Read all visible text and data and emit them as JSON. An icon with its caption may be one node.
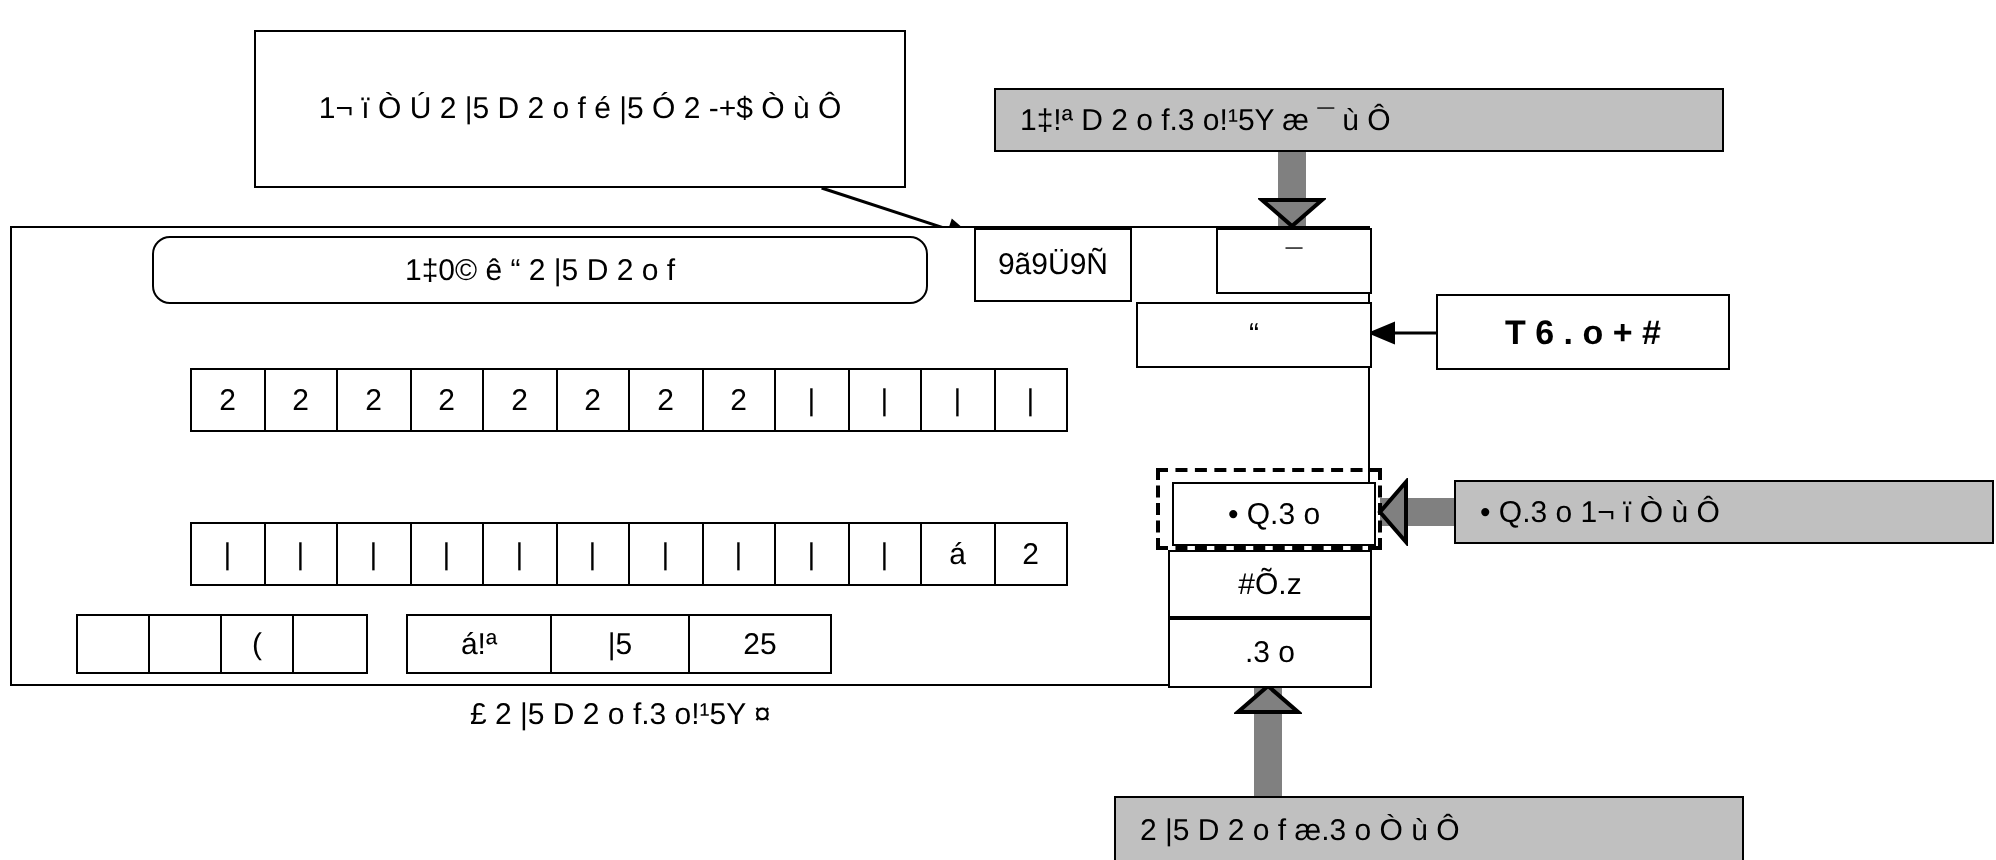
{
  "diagram": {
    "nodes": [
      {
        "text": [
          "1¬ ï Ò Ú 2 |5 D 2 o f é |5 Ó 2 -+$ Ò ù Ô"
        ]
      },
      {
        "text": [
          "1‡!ª D 2 o f.3 o!¹5Y æ ¯ ù Ô"
        ]
      },
      {
        "text": [],
        "shape": "box",
        "beside": [
          "£ 2 |5 D 2 o f.3 o!¹5Y ¤"
        ]
      },
      {
        "text": [
          "1‡0© ê “ 2 |5 D 2 o f"
        ],
        "in": 2
      },
      {
        "text": [
          "9ã9Ü9Ñ"
        ],
        "in": 2
      },
      {
        "text": [
          "¯"
        ],
        "in": 2
      },
      {
        "text": [
          "“"
        ],
        "in": 2
      },
      {
        "text": [
          "T 6 . o + #"
        ]
      },
      {
        "text": [
          "2"
        ],
        "in": 2
      },
      {
        "text": [
          "2"
        ],
        "in": 2
      },
      {
        "text": [
          "2"
        ],
        "in": 2
      },
      {
        "text": [
          "2"
        ],
        "in": 2
      },
      {
        "text": [
          "2"
        ],
        "in": 2
      },
      {
        "text": [
          "2"
        ],
        "in": 2
      },
      {
        "text": [
          "2"
        ],
        "in": 2
      },
      {
        "text": [
          "2"
        ],
        "in": 2
      },
      {
        "text": [
          "|"
        ],
        "in": 2
      },
      {
        "text": [
          "|"
        ],
        "in": 2
      },
      {
        "text": [
          "|"
        ],
        "in": 2
      },
      {
        "text": [
          "|"
        ],
        "in": 2
      },
      {
        "text": [
          "|"
        ],
        "in": 2
      },
      {
        "text": [
          "|"
        ],
        "in": 2
      },
      {
        "text": [
          "|"
        ],
        "in": 2
      },
      {
        "text": [
          "|"
        ],
        "in": 2
      },
      {
        "text": [
          "|"
        ],
        "in": 2
      },
      {
        "text": [
          "|"
        ],
        "in": 2
      },
      {
        "text": [
          "|"
        ],
        "in": 2
      },
      {
        "text": [
          "|"
        ],
        "in": 2
      },
      {
        "text": [
          "|"
        ],
        "in": 2
      },
      {
        "text": [
          "|"
        ],
        "in": 2
      },
      {
        "text": [
          "á"
        ],
        "in": 2
      },
      {
        "text": [
          "2"
        ],
        "in": 2
      },
      {
        "text": [],
        "shape": "box",
        "in": 2
      },
      {
        "text": [
          "• Q.3 o"
        ],
        "in": 32
      },
      {
        "text": [
          "• Q.3 o 1¬ ï Ò ù Ô"
        ]
      },
      {
        "text": [
          "#Õ.z"
        ],
        "in": 2
      },
      {
        "text": [],
        "shape": "box",
        "in": 2
      },
      {
        "text": [],
        "shape": "box",
        "in": 2
      },
      {
        "text": [
          "("
        ],
        "in": 2
      },
      {
        "text": [],
        "shape": "box",
        "in": 2
      },
      {
        "text": [
          "á!ª"
        ],
        "in": 2
      },
      {
        "text": [
          "|5"
        ],
        "in": 2
      },
      {
        "text": [
          "25"
        ],
        "in": 2
      },
      {
        "text": [
          ".3 o"
        ],
        "in": 2
      },
      {
        "text": [
          "2 |5 D 2 o f æ.3 o Ò ù Ô"
        ]
      }
    ],
    "edges": [
      {
        "from": 0,
        "to": 4,
        "arrow": "to",
        "color": "#000000"
      },
      {
        "from": 1,
        "to": 5,
        "arrow": "to"
      },
      {
        "from": 7,
        "to": 6,
        "arrow": "to",
        "color": "#000000"
      },
      {
        "from": 34,
        "to": 32,
        "arrow": "to"
      },
      {
        "from": 44,
        "to": 43,
        "arrow": "to"
      }
    ]
  }
}
